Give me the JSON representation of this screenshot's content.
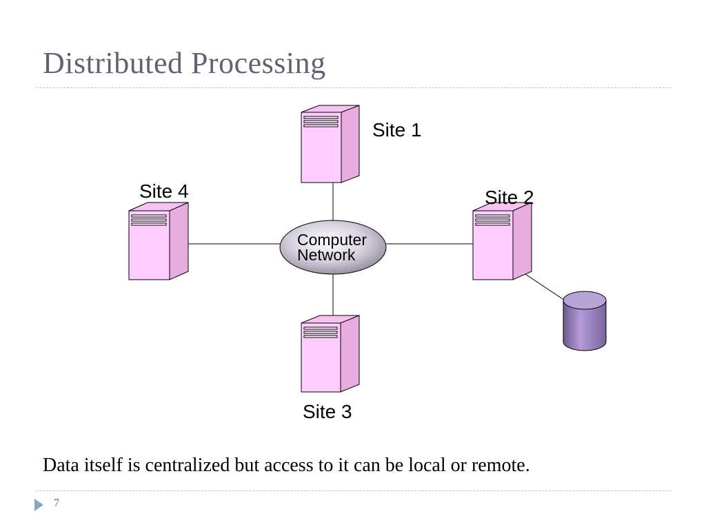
{
  "slide": {
    "title": "Distributed Processing",
    "caption": "Data itself is centralized but access to it can be local or remote.",
    "page_number": "7"
  },
  "diagram": {
    "network": {
      "line1": "Computer",
      "line2": "Network"
    },
    "sites": [
      {
        "label": "Site 1"
      },
      {
        "label": "Site 2"
      },
      {
        "label": "Site 3"
      },
      {
        "label": "Site 4"
      }
    ]
  },
  "colors": {
    "server_fill": "#ffccff",
    "database_fill": "#9c82c4",
    "network_fill": "#c8c0d4",
    "title": "#5f6470",
    "rule": "#b9c3cf",
    "bullet_arrow": "#8aa3c4"
  },
  "icons": {
    "server": "server-tower-icon",
    "database": "database-cylinder-icon",
    "footer": "triangle-bullet-icon"
  }
}
